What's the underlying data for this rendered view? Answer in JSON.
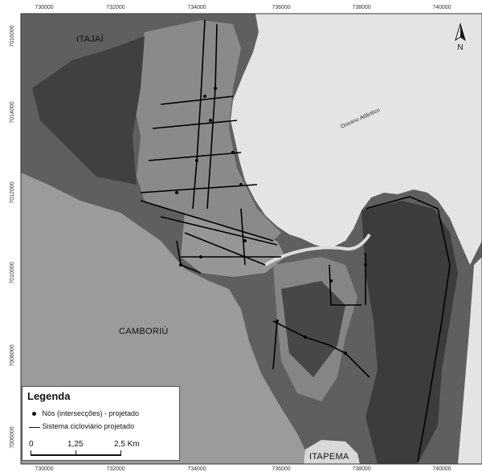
{
  "map": {
    "x_ticks": [
      "730000",
      "732000",
      "734000",
      "736000",
      "738000",
      "740000"
    ],
    "y_ticks": [
      "7016000",
      "7014000",
      "7012000",
      "7010000",
      "7008000",
      "7006000"
    ],
    "labels": {
      "itajai": "ITAJAÍ",
      "camboriu": "CAMBORIÚ",
      "itapema": "ITAPEMA",
      "ocean": "Oceano Atlântico",
      "north": "N"
    },
    "colors": {
      "sea": "#e3e3e3",
      "land": "#5a5a5a",
      "urban": "#8c8c8c",
      "forest": "#3e3e3e"
    }
  },
  "legend": {
    "title": "Legenda",
    "nodes_label": "Nós (intersecções) - projetado",
    "network_label": "Sistema cicloviário projetado",
    "scale_0": "0",
    "scale_1": "1,25",
    "scale_2": "2,5 Km"
  }
}
